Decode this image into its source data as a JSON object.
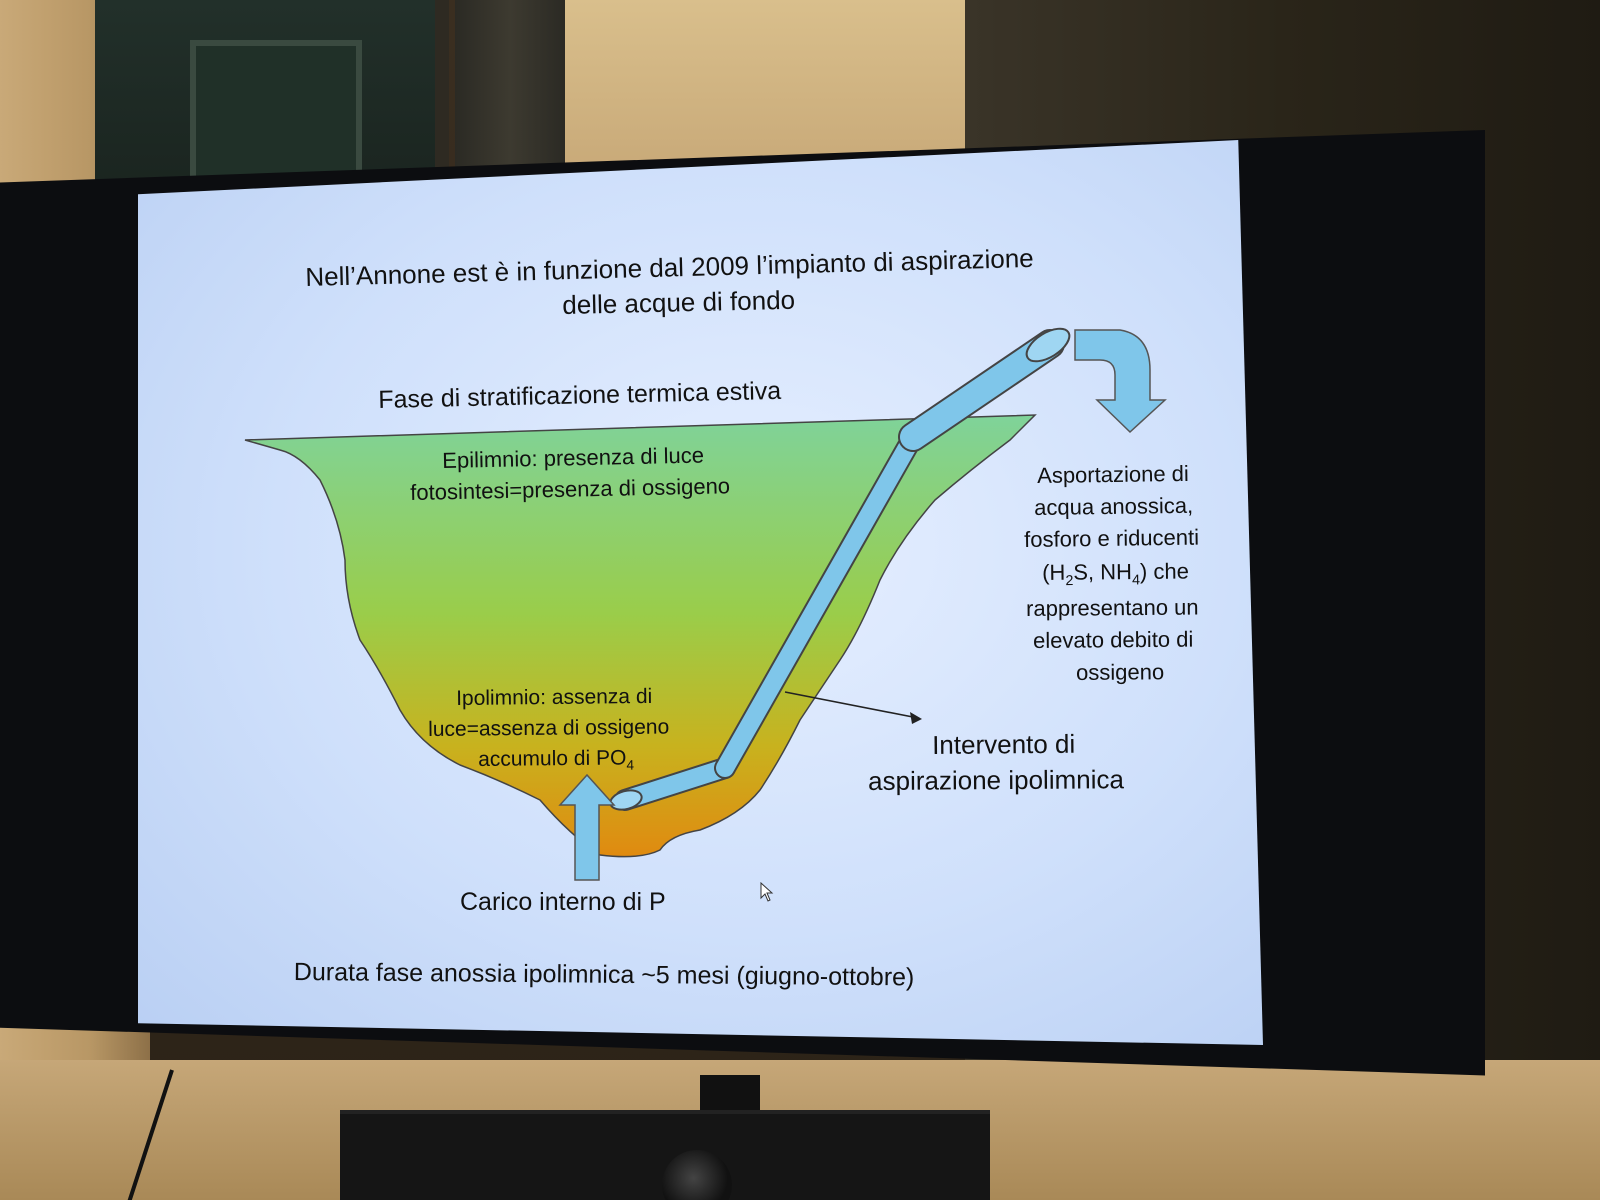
{
  "slide": {
    "title_line_1": "Nell’Annone est è in funzione dal 2009 l’impianto di  aspirazione",
    "title_line_2": "delle acque di fondo",
    "phase_label": "Fase di stratificazione termica estiva",
    "epilimnion_line_1": "Epilimnio: presenza di luce",
    "epilimnion_line_2": "fotosintesi=presenza di ossigeno",
    "hypolimnion_line_1": "Ipolimnio: assenza di",
    "hypolimnion_line_2": "luce=assenza di ossigeno",
    "hypolimnion_line_3_prefix": "accumulo di PO",
    "hypolimnion_line_3_sub": "4",
    "removal_line_1": "Asportazione di",
    "removal_line_2": "acqua anossica,",
    "removal_line_3": "fosforo e riducenti",
    "removal_line_4_a": "(H",
    "removal_line_4_sub1": "2",
    "removal_line_4_b": "S, NH",
    "removal_line_4_sub2": "4",
    "removal_line_4_c": ") che",
    "removal_line_5": "rappresentano un",
    "removal_line_6": "elevato debito di",
    "removal_line_7": "ossigeno",
    "intervention_line_1": "Intervento di",
    "intervention_line_2": "aspirazione ipolimnica",
    "internal_load": "Carico interno di P",
    "duration": "Durata fase anossia ipolimnica ~5 mesi (giugno-ottobre)"
  },
  "colors": {
    "lake_top": "#7fd39a",
    "lake_mid": "#9acd4a",
    "lake_bottom": "#e08a10",
    "pipe": "#7fc6ea",
    "slide_bg": "#d6e4fb"
  }
}
